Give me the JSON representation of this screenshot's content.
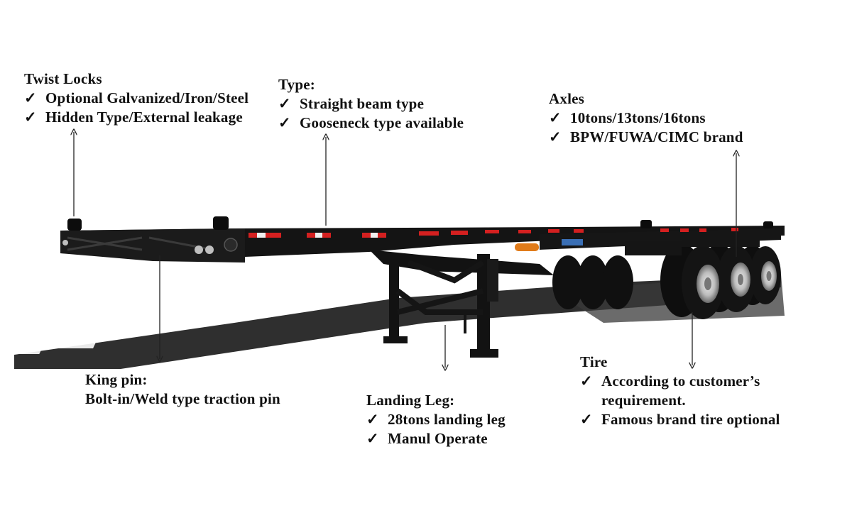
{
  "callouts": {
    "twist_locks": {
      "title": "Twist Locks",
      "items": [
        "Optional Galvanized/Iron/Steel",
        "Hidden Type/External leakage"
      ]
    },
    "type": {
      "title": "Type:",
      "items": [
        "Straight beam type",
        "Gooseneck type available"
      ]
    },
    "axles": {
      "title": "Axles",
      "items": [
        "10tons/13tons/16tons",
        "BPW/FUWA/CIMC brand"
      ]
    },
    "king_pin": {
      "title": "King pin:",
      "line": "Bolt-in/Weld type traction pin"
    },
    "landing_leg": {
      "title": "Landing Leg:",
      "items": [
        "28tons landing leg",
        "Manul Operate"
      ]
    },
    "tire": {
      "title": "Tire",
      "items": [
        "According to customer’s",
        "requirement.",
        "Famous brand tire optional"
      ]
    }
  },
  "check_mark": "✓",
  "colors": {
    "frame": "#141414",
    "reflector_red": "#d42020",
    "reflector_white": "#f0f0f0",
    "shadow": "#2b2b2b",
    "hub": "#c8c8c8"
  }
}
